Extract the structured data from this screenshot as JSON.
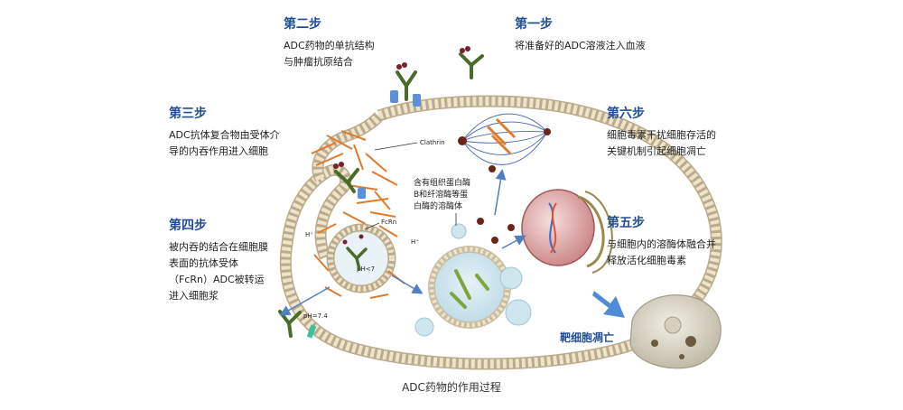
{
  "steps": {
    "s1": {
      "title": "第一步",
      "desc": "将准备好的ADC溶液注入血液"
    },
    "s2": {
      "title": "第二步",
      "desc": "ADC药物的单抗结构\n与肿瘤抗原结合"
    },
    "s3": {
      "title": "第三步",
      "desc": "ADC抗体复合物由受体介\n导的内吞作用进入细胞"
    },
    "s4": {
      "title": "第四步",
      "desc": "被内吞的结合在细胞膜\n表面的抗体受体\n（FcRn）ADC被转运\n进入细胞浆"
    },
    "s5": {
      "title": "第五步",
      "desc": "与细胞内的溶酶体融合并\n释放活化细胞毒素"
    },
    "s6": {
      "title": "第六步",
      "desc": "细胞毒素干扰细胞存活的\n关键机制引起细胞凋亡"
    }
  },
  "labels": {
    "clathrin": "Clathrin",
    "fcrn": "FcRn",
    "hplus_left": "H⁺",
    "hplus_right": "H⁺",
    "ph_endosome": "pH<7",
    "ph_outside": "pH=7.4",
    "lysosome_line1": "含有组织蛋白酶",
    "lysosome_line2": "B和纤溶酶等蛋",
    "lysosome_line3": "白酶的溶酶体",
    "target_cell": "靶细胞凋亡"
  },
  "caption": "ADC药物的作用过程",
  "colors": {
    "step_title": "#1f4e96",
    "membrane_head": "#e8d7b8",
    "clathrin": "#e07a2c",
    "antibody": "#4a6b2a",
    "payload": "#7a1f2b",
    "receptor": "#5b8fd6",
    "arrow": "#4f7fc4"
  }
}
